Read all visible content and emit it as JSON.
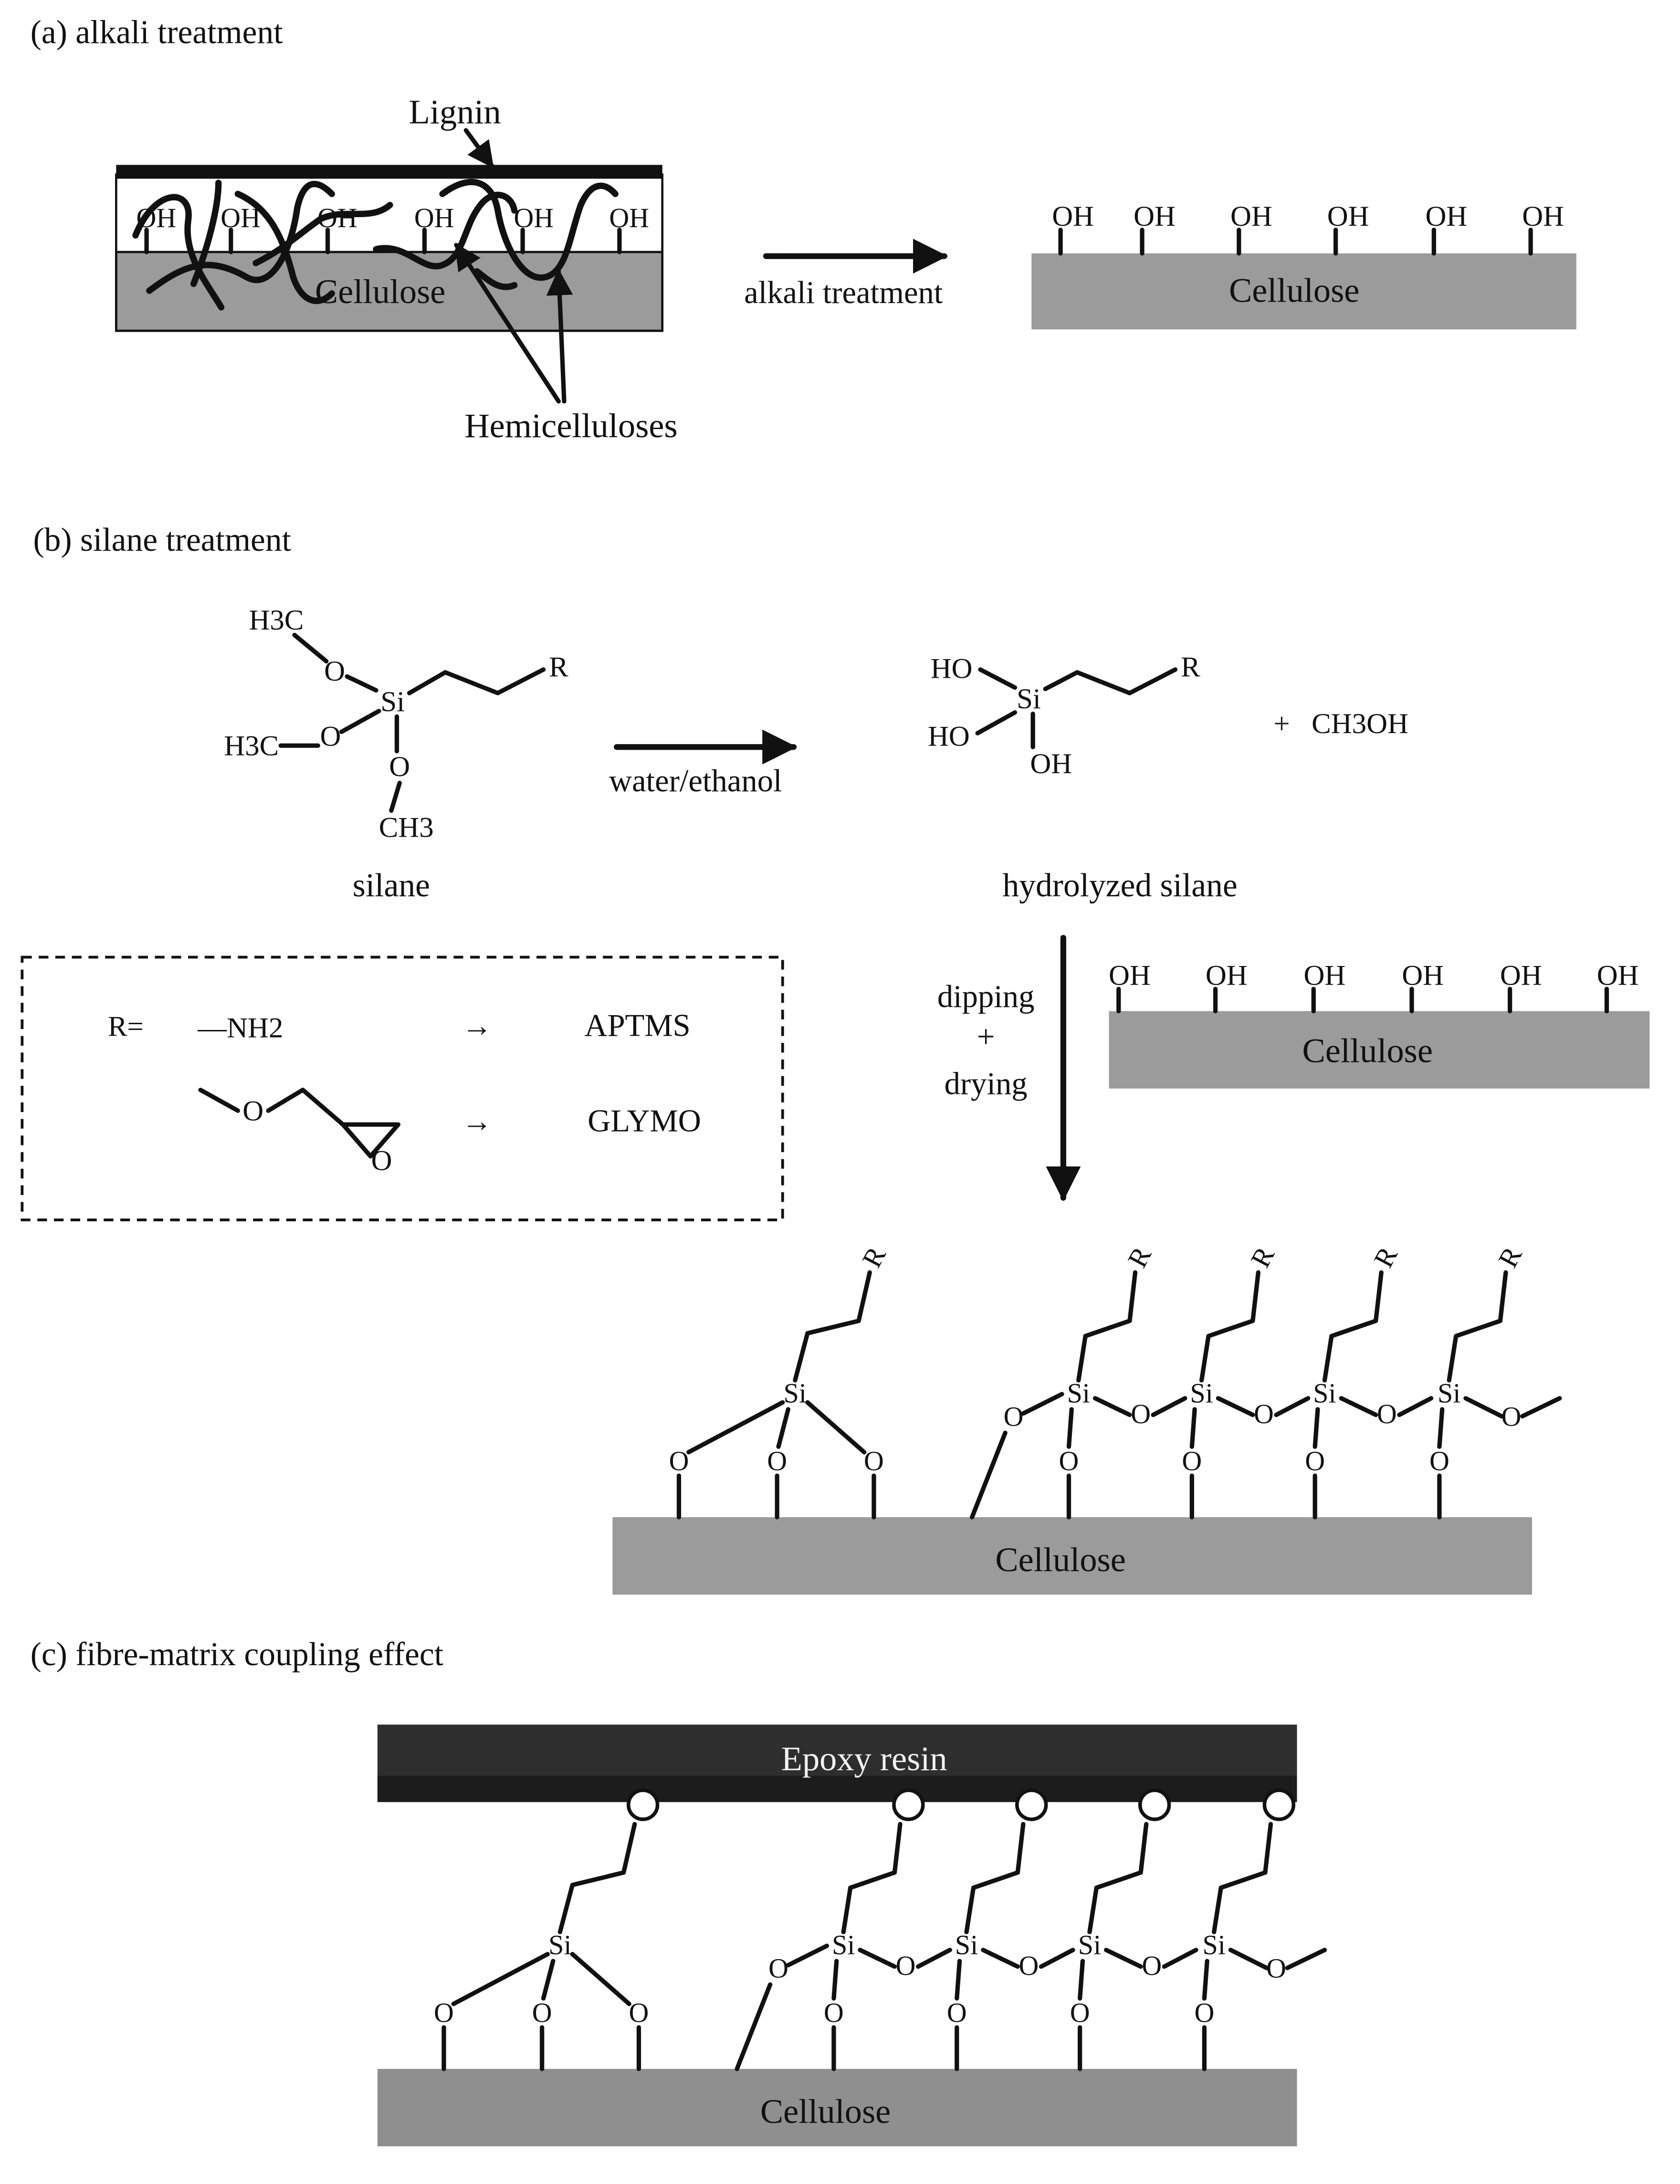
{
  "colors": {
    "cellulose": "#9b9b9b",
    "lignin": "#111111",
    "epoxy": "#2e2e2e",
    "line": "#111111",
    "background": "#ffffff"
  },
  "panel_a": {
    "label": "(a) alkali treatment",
    "lignin_label": "Lignin",
    "hemicellulose_label": "Hemicelluloses",
    "cellulose_label": "Cellulose",
    "oh": "OH",
    "arrow_label": "alkali treatment",
    "result_cellulose_label": "Cellulose"
  },
  "panel_b": {
    "label": "(b) silane treatment",
    "silane": {
      "h3c_top": "H3C",
      "h3c_left": "H3C",
      "o": "O",
      "si": "Si",
      "r": "R",
      "ch3": "CH3",
      "caption": "silane"
    },
    "arrow_label": "water/ethanol",
    "hydrolyzed": {
      "ho": "HO",
      "oh": "OH",
      "si": "Si",
      "r": "R",
      "byproduct": "+   CH3OH",
      "caption": "hydrolyzed silane"
    },
    "legend": {
      "r_eq": "R=",
      "nh2": "—NH2",
      "arrow": "→",
      "aptms": "APTMS",
      "glymo": "GLYMO",
      "o": "O"
    },
    "process": {
      "step1": "dipping",
      "plus": "+",
      "step2": "drying"
    },
    "oh": "OH",
    "cellulose_label": "Cellulose",
    "network": {
      "si": "Si",
      "o": "O",
      "r": "R",
      "cellulose_label": "Cellulose"
    }
  },
  "panel_c": {
    "label": "(c) fibre-matrix coupling effect",
    "epoxy_label": "Epoxy resin",
    "si": "Si",
    "o": "O",
    "cellulose_label": "Cellulose"
  }
}
